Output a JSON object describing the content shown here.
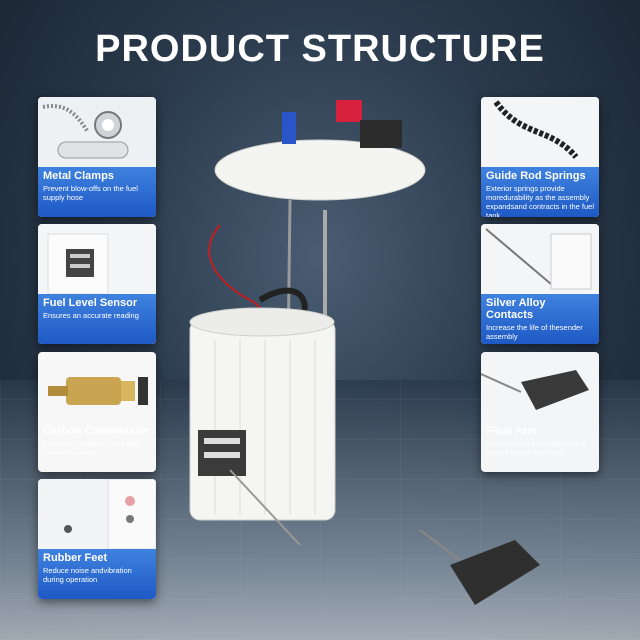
{
  "title": "PRODUCT STRUCTURE",
  "features_left": [
    {
      "name": "Metal Clamps",
      "desc": "Prevent blow-offs on the fuel supply hose"
    },
    {
      "name": "Fuel Level Sensor",
      "desc": "Ensures an accurate reading"
    },
    {
      "name": "Carbon Commutator",
      "desc": "Eliminates oxidation and high electrical erosion"
    },
    {
      "name": "Rubber Feet",
      "desc": "Reduce noise andvibration during operation"
    }
  ],
  "features_right": [
    {
      "name": "Guide Rod Springs",
      "desc": "Exterior springs provide moredurability as the assembly expandsand contracts in the fuel tank"
    },
    {
      "name": "Silver Alloy Contacts",
      "desc": "Increase the life of thesender assembly"
    },
    {
      "name": "Float Arm",
      "desc": "Pre-mounted and calibrated to ensure proper fuel read"
    }
  ],
  "colors": {
    "accent_blue": "#1f5fcc",
    "background": "#2b3b4d"
  }
}
